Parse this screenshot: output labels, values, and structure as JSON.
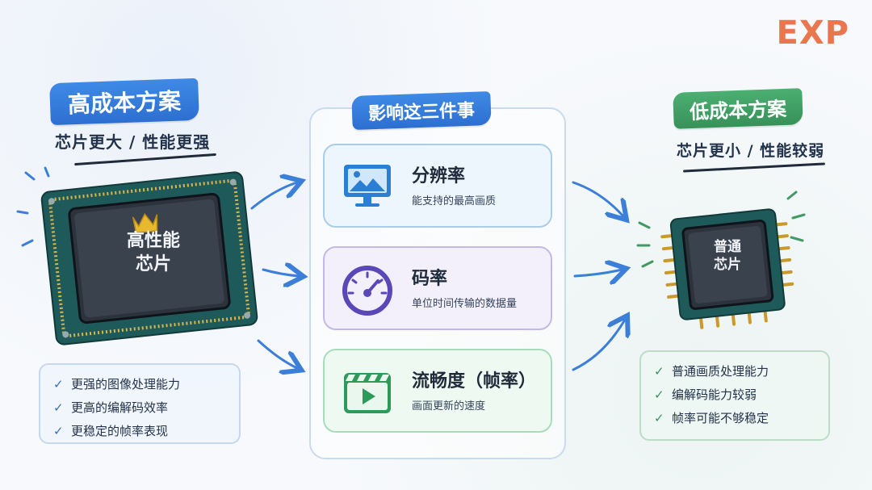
{
  "brand": {
    "logo_text": "EXP"
  },
  "left": {
    "banner": "高成本方案",
    "subtitle": "芯片更大 / 性能更强",
    "chip_line1": "高性能",
    "chip_line2": "芯片",
    "items": [
      "更强的图像处理能力",
      "更高的编解码效率",
      "更稳定的帧率表现"
    ]
  },
  "center": {
    "banner": "影响这三件事",
    "cards": [
      {
        "title": "分辨率",
        "desc": "能支持的最高画质",
        "icon": "monitor-image-icon"
      },
      {
        "title": "码率",
        "desc": "单位时间传输的数据量",
        "icon": "speedometer-icon"
      },
      {
        "title": "流畅度（帧率）",
        "desc": "画面更新的速度",
        "icon": "video-play-icon"
      }
    ]
  },
  "right": {
    "banner": "低成本方案",
    "subtitle": "芯片更小 / 性能较弱",
    "chip_line1": "普通",
    "chip_line2": "芯片",
    "items": [
      "普通画质处理能力",
      "编解码能力较弱",
      "帧率可能不够稳定"
    ]
  },
  "check_glyph": "✓",
  "colors": {
    "blue": "#2d6fd0",
    "green": "#379158",
    "purple": "#5a47b8",
    "logo": "#e9764f",
    "chip_board": "#1f5a5a",
    "gold": "#e8b830"
  }
}
